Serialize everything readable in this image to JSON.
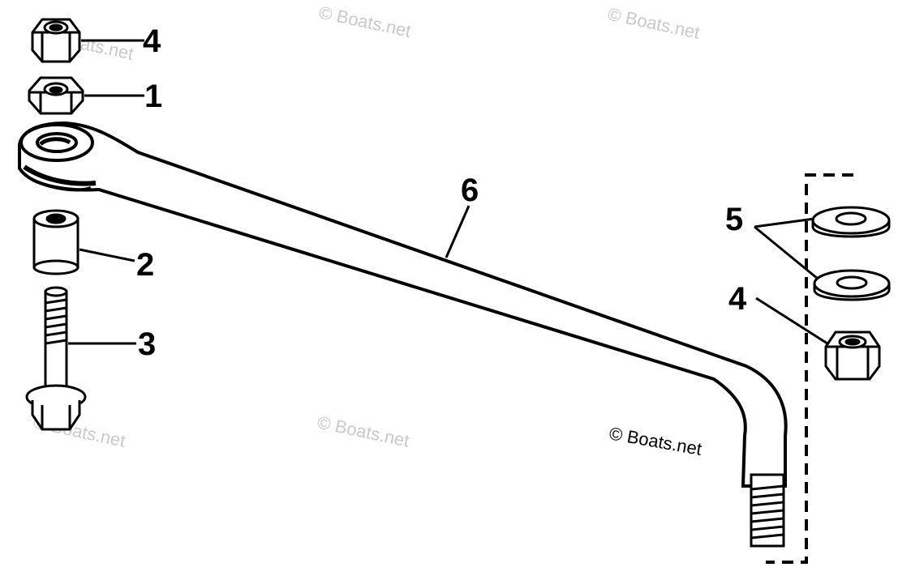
{
  "diagram": {
    "callouts": {
      "c4_top": "4",
      "c1": "1",
      "c2": "2",
      "c3": "3",
      "c6": "6",
      "c5": "5",
      "c4_right": "4"
    },
    "watermark_text": "© Boats.net",
    "credit_text": "© Boats.net",
    "colors": {
      "ink": "#000000",
      "paper": "#ffffff",
      "watermark": "#c9c9c9"
    }
  }
}
